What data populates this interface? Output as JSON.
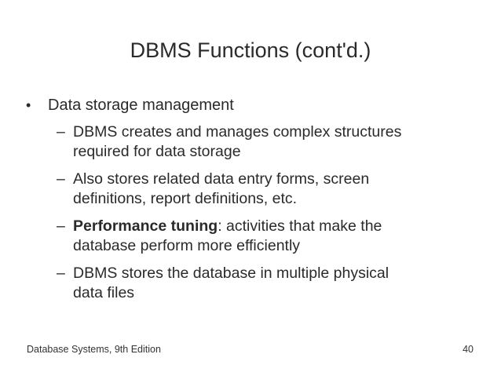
{
  "title": "DBMS Functions (cont'd.)",
  "bullet": {
    "marker": "•",
    "text": "Data storage management"
  },
  "subitems": [
    {
      "marker": "–",
      "line1": "DBMS creates and manages complex structures",
      "line2": "required for data storage"
    },
    {
      "marker": "–",
      "line1": "Also stores related data entry forms, screen",
      "line2": "definitions, report definitions, etc."
    },
    {
      "marker": "–",
      "line1_bold": "Performance tuning",
      "line1_rest": ": activities that make the",
      "line2": "database perform more efficiently"
    },
    {
      "marker": "–",
      "line1": "DBMS stores the database in multiple physical",
      "line2": "data files"
    }
  ],
  "footer": {
    "left": "Database Systems, 9th Edition",
    "page_number": "40"
  }
}
